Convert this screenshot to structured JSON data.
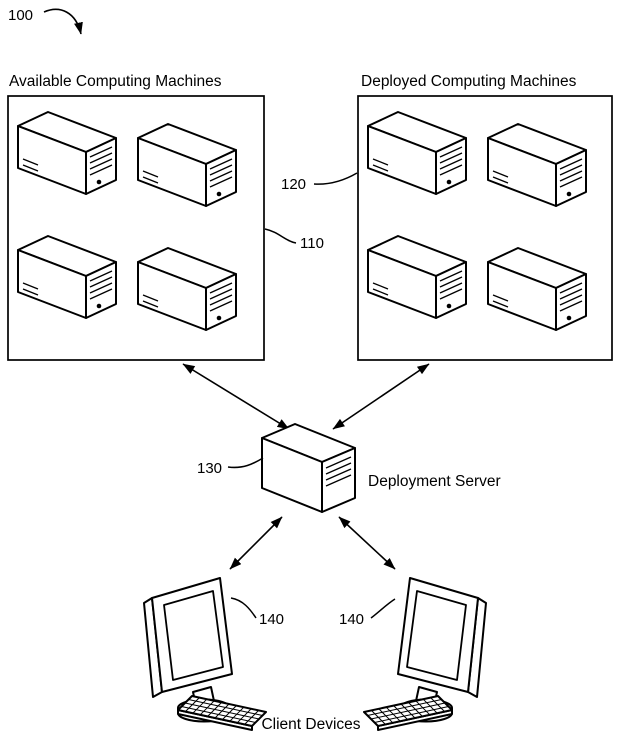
{
  "figure": {
    "refs": {
      "r100": "100",
      "r110": "110",
      "r120": "120",
      "r130": "130",
      "r140_left": "140",
      "r140_right": "140"
    },
    "groups": {
      "available": {
        "title": "Available Computing Machines"
      },
      "deployed": {
        "title": "Deployed Computing Machines"
      }
    },
    "server": {
      "label": "Deployment Server"
    },
    "clients": {
      "label": "Client Devices"
    },
    "colors": {
      "ink": "#000000",
      "background": "#ffffff"
    }
  }
}
